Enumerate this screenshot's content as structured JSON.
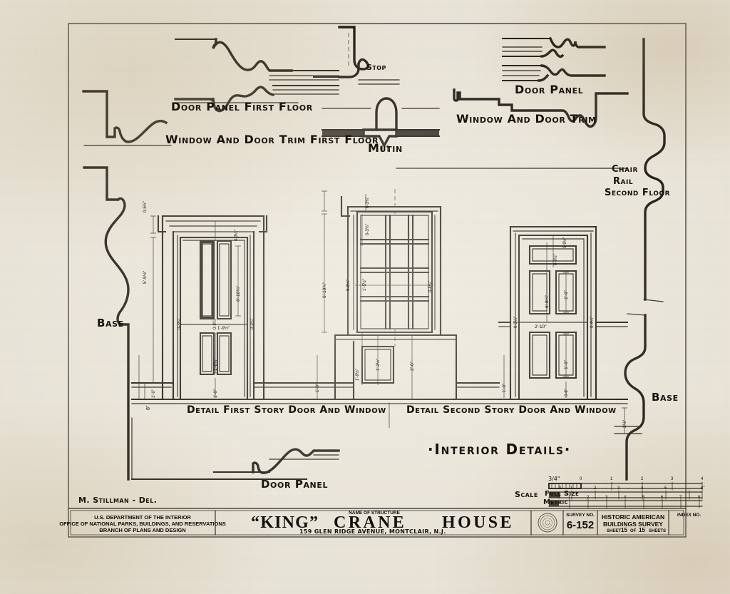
{
  "sheet": {
    "drawing_title": "·Interior Details·",
    "delineator": "M. Stillman - Del."
  },
  "plate_labels": {
    "door_panel_first_floor": "Door Panel First Floor",
    "window_door_trim_first_floor": "Window And Door Trim First Floor",
    "stop": "Stop",
    "mutin": "Mutin",
    "door_panel_right": "Door Panel",
    "window_and_door_trim": "Window And Door Trim",
    "chair_rail_l1": "Chair",
    "chair_rail_l2": "Rail",
    "chair_rail_l3": "Second Floor",
    "base_left": "Base",
    "base_right": "Base",
    "detail_first_story": "Detail First Story Door And Window",
    "detail_second_story": "Detail Second Story Door And Window",
    "door_panel_bottom": "Door Panel"
  },
  "scale_block": {
    "scale_word": "Scale",
    "rows": [
      {
        "name": "three-quarter",
        "label": "3/4\"",
        "ticks": [
          "0",
          "1",
          "2",
          "3",
          "4"
        ]
      },
      {
        "name": "full-size",
        "label": "Full Size",
        "ticks": [
          "0",
          "1",
          "2",
          "3",
          "4",
          "5",
          "6\""
        ]
      },
      {
        "name": "metric",
        "label": "Metric",
        "ticks": [
          "0",
          "1",
          "2",
          "3",
          "4",
          "5",
          "6",
          "7",
          "8"
        ]
      }
    ]
  },
  "title_block": {
    "agency": {
      "line1": "U.S. DEPARTMENT OF THE INTERIOR",
      "line2": "OFFICE OF NATIONAL PARKS, BUILDINGS, AND RESERVATIONS",
      "line3": "BRANCH OF PLANS AND DESIGN"
    },
    "name_of_structure_caption": "NAME OF STRUCTURE",
    "structure_name_quoted": "“KING”",
    "structure_name_word2": "CRANE",
    "structure_name_word3": "HOUSE",
    "address": "159  GLEN   RIDGE   AVENUE,  MONTCLAIR, N.J.",
    "seal_name": "department-seal",
    "survey_no_caption": "SURVEY NO.",
    "survey_no": "6-152",
    "survey_title_line1": "HISTORIC AMERICAN",
    "survey_title_line2": "BUILDINGS SURVEY",
    "sheet_word": "SHEET",
    "sheet_no": "15",
    "sheet_of": "OF",
    "sheet_total": "15",
    "sheets_word": "SHEETS",
    "index_no_caption": "INDEX NO.",
    "index_no": ""
  },
  "dimensions": {
    "first_story_door": [
      {
        "name": "head-trim-height",
        "text": "0-5½\""
      },
      {
        "name": "door-leaf-height",
        "text": "5'-9½\""
      },
      {
        "name": "stile-width-left",
        "text": "0-3¼\""
      },
      {
        "name": "stile-width-right",
        "text": "0-3¼\""
      },
      {
        "name": "muntin-width",
        "text": "0-3¼\""
      },
      {
        "name": "upper-panel-height",
        "text": "6'-10¾\""
      },
      {
        "name": "panel-width",
        "text": "1'-9½\""
      },
      {
        "name": "lower-panel-height",
        "text": "1'-6¾\""
      },
      {
        "name": "base-height-a",
        "text": "1'-0\""
      },
      {
        "name": "base-height-b",
        "text": "1'-0\""
      },
      {
        "name": "base-height-c",
        "text": "8\""
      }
    ],
    "first_story_window": [
      {
        "name": "head-height",
        "text": "0-3¾\""
      },
      {
        "name": "sash-total-height",
        "text": "6'-10¾\""
      },
      {
        "name": "sash-rail",
        "text": "1'-5½\""
      },
      {
        "name": "sash-stile",
        "text": "0-2¼\""
      },
      {
        "name": "jamb-width",
        "text": "0-4¼\""
      },
      {
        "name": "apron-height",
        "text": "1'-9½\""
      },
      {
        "name": "apron-sub",
        "text": "1'-2½\""
      },
      {
        "name": "sill-height",
        "text": "2'-0\""
      },
      {
        "name": "base-height",
        "text": "1'-0\""
      }
    ],
    "second_story_door": [
      {
        "name": "top-panel-height",
        "text": "0-9½\""
      },
      {
        "name": "door-leaf-height",
        "text": "6'-8¼\""
      },
      {
        "name": "upper-panel-height",
        "text": "1'-9\""
      },
      {
        "name": "door-width",
        "text": "2'-10\""
      },
      {
        "name": "stile-left",
        "text": "0-3¼\""
      },
      {
        "name": "stile-right",
        "text": "0-4¼\""
      },
      {
        "name": "lower-panel-height",
        "text": "1'-9\""
      },
      {
        "name": "bottom-rail",
        "text": "0-6\""
      },
      {
        "name": "base-height",
        "text": "1'-0\""
      },
      {
        "name": "base-right-height",
        "text": "2½\""
      }
    ]
  }
}
